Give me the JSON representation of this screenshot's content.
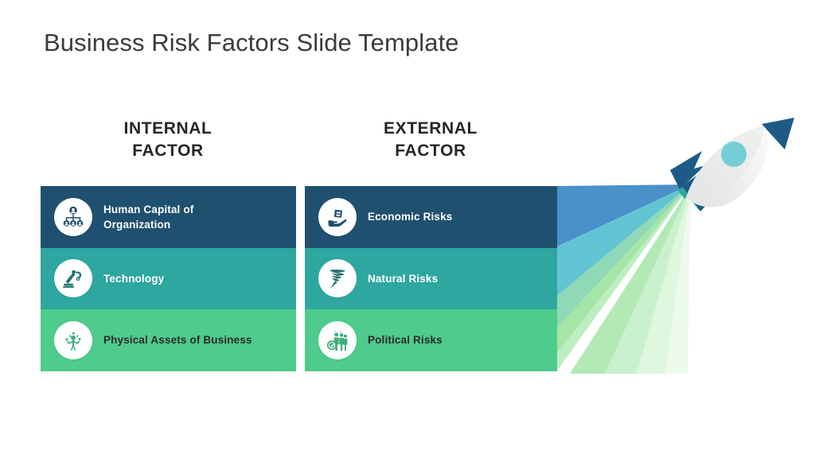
{
  "slide": {
    "title": "Business Risk Factors Slide Template",
    "background_color": "#ffffff",
    "title_color": "#3b3b3b"
  },
  "columns": [
    {
      "id": "internal",
      "header_line1": "INTERNAL",
      "header_line2": "FACTOR",
      "rows": [
        {
          "label": "Human Capital of Organization",
          "icon": "org-chart-icon",
          "bar_color": "#1f5070",
          "text_color": "#ffffff"
        },
        {
          "label": "Technology",
          "icon": "robot-arm-icon",
          "bar_color": "#2da79f",
          "text_color": "#ffffff"
        },
        {
          "label": "Physical Assets of Business",
          "icon": "person-juggling-icon",
          "bar_color": "#4ecb8d",
          "text_color": "#2b2b2b"
        }
      ]
    },
    {
      "id": "external",
      "header_line1": "EXTERNAL",
      "header_line2": "FACTOR",
      "rows": [
        {
          "label": "Economic Risks",
          "icon": "hand-money-icon",
          "bar_color": "#1f5070",
          "text_color": "#ffffff"
        },
        {
          "label": "Natural Risks",
          "icon": "tornado-icon",
          "bar_color": "#2da79f",
          "text_color": "#ffffff"
        },
        {
          "label": "Political Risks",
          "icon": "people-group-icon",
          "bar_color": "#4ecb8d",
          "text_color": "#2b2b2b"
        }
      ]
    }
  ],
  "graphic": {
    "name": "rocket-illustration",
    "body_color": "#f1f1f1",
    "body_shade_color": "#e2e3e4",
    "nose_color": "#1d5b86",
    "fin_color": "#1d5b86",
    "fin_accent_color": "#2da79f",
    "window_color": "#74cfd5",
    "trail_colors": [
      "#4a90c9",
      "#62c4d3",
      "#8fd9b6",
      "#a6e5a8",
      "#bdeec0",
      "#d6f5d6",
      "#eafaea"
    ]
  }
}
